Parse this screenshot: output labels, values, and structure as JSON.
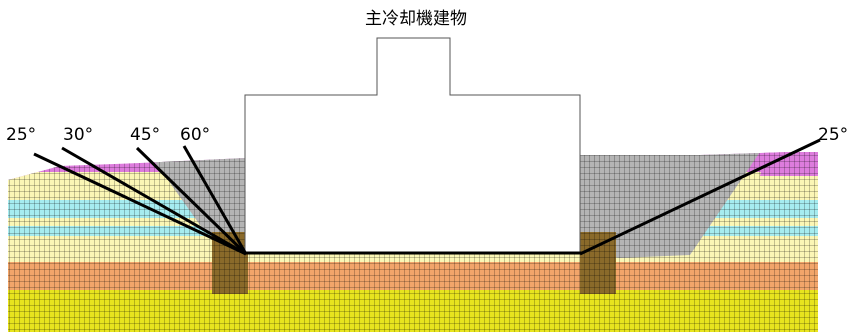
{
  "title": "主冷却機建物",
  "angles": {
    "left": [
      "25°",
      "30°",
      "45°",
      "60°"
    ],
    "right": "25°"
  },
  "colors": {
    "pale_yellow": "#fbf6b5",
    "cyan": "#a6ecf0",
    "orange": "#f2a56a",
    "yellow": "#e8e41e",
    "gray": "#b4b4b4",
    "magenta": "#dd7cdd",
    "brown": "#8a6a2a"
  }
}
